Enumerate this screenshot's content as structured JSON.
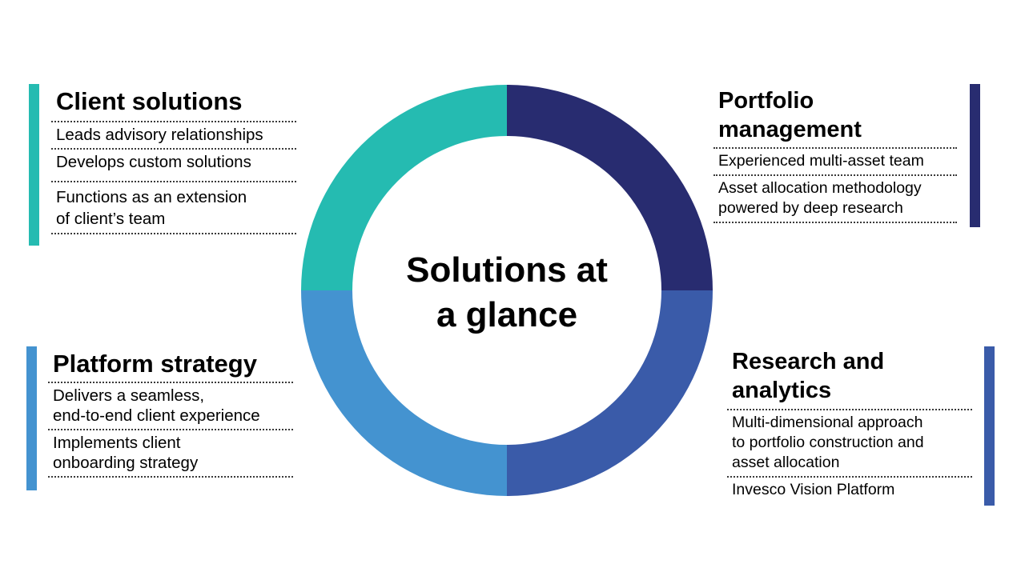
{
  "center": {
    "title": "Solutions at\na glance"
  },
  "colors": {
    "client_solutions": "#25BBB1",
    "portfolio_management": "#282C70",
    "research_analytics": "#3A5BA9",
    "platform_strategy": "#4493D0"
  },
  "sections": {
    "client_solutions": {
      "heading": "Client solutions",
      "items": [
        "Leads advisory relationships",
        "Develops custom solutions",
        "Functions as an extension\nof client’s team"
      ]
    },
    "portfolio_management": {
      "heading": "Portfolio\nmanagement",
      "items": [
        "Experienced multi-asset team",
        "Asset allocation methodology\npowered by deep research"
      ]
    },
    "platform_strategy": {
      "heading": "Platform strategy",
      "items": [
        "Delivers a seamless,\nend-to-end client experience",
        "Implements client\nonboarding strategy"
      ]
    },
    "research_analytics": {
      "heading": "Research and\nanalytics",
      "items": [
        "Multi-dimensional approach\nto portfolio construction and\nasset allocation",
        "Invesco Vision Platform"
      ]
    }
  },
  "chart_data": {
    "type": "pie",
    "title": "Solutions at a glance",
    "categories": [
      "Client solutions",
      "Portfolio management",
      "Research and analytics",
      "Platform strategy"
    ],
    "values": [
      25,
      25,
      25,
      25
    ],
    "colors": [
      "#25BBB1",
      "#282C70",
      "#3A5BA9",
      "#4493D0"
    ],
    "donut": true
  }
}
